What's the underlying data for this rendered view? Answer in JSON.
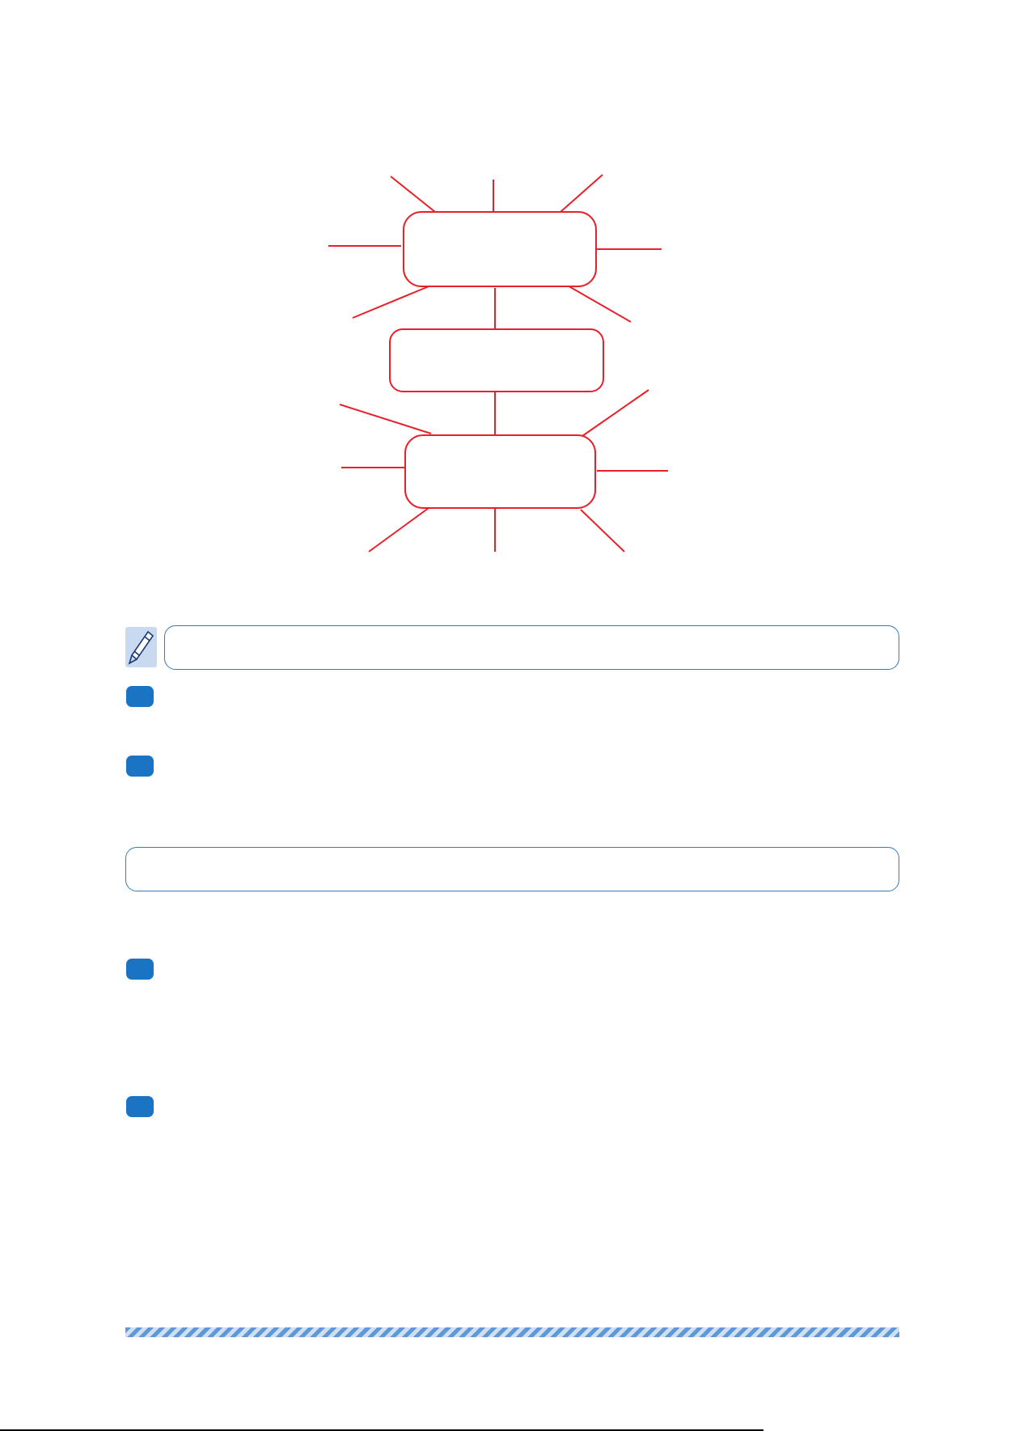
{
  "diagram": {
    "line_color": "#e8202a",
    "boxes": [
      {
        "id": "top",
        "text": ""
      },
      {
        "id": "middle",
        "text": ""
      },
      {
        "id": "bottom",
        "text": ""
      }
    ]
  },
  "section_1": {
    "icon": "pen-icon",
    "title": "",
    "items": [
      "",
      ""
    ]
  },
  "section_2": {
    "title": "",
    "items": [
      "",
      ""
    ]
  },
  "footer": {
    "text": "",
    "stripe_colors": [
      "#5e98d8",
      "#cfe0f4"
    ]
  },
  "colors": {
    "accent_blue": "#1a73c3",
    "box_border_blue": "#2f7dc4",
    "diagram_red": "#e8202a"
  }
}
